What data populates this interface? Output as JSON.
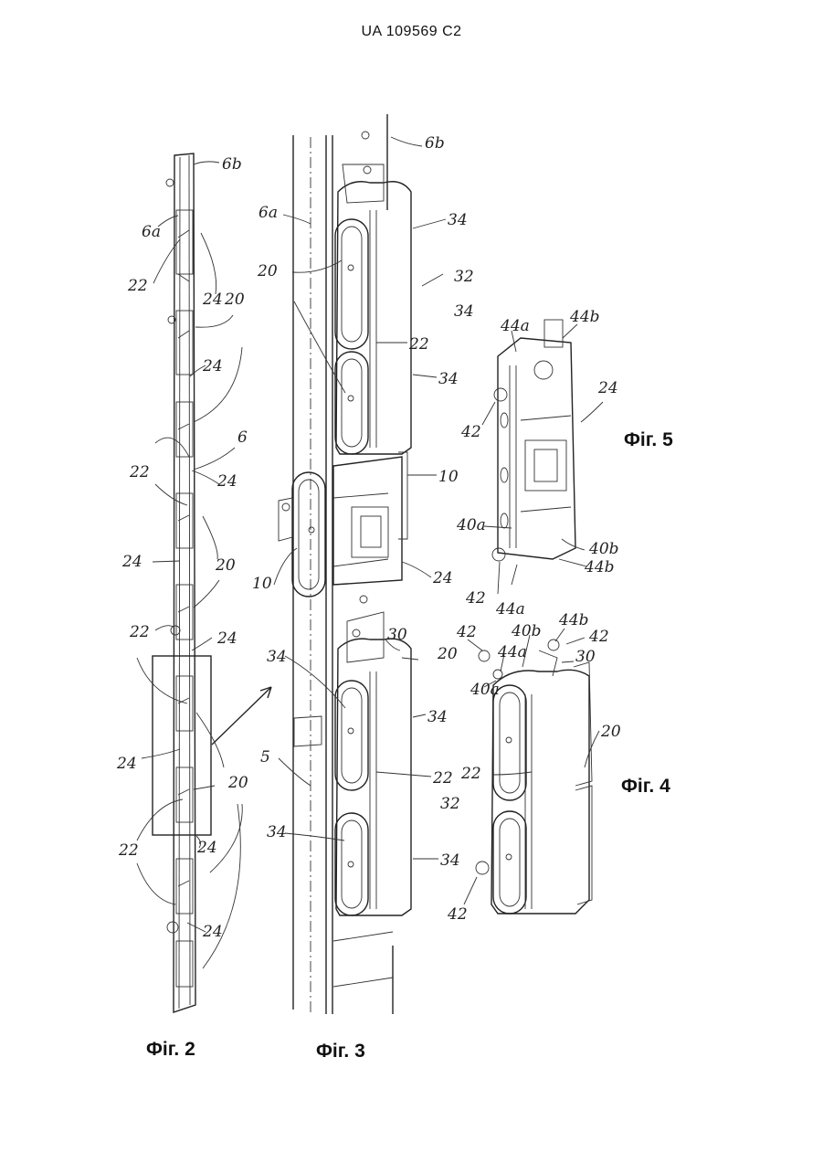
{
  "header": {
    "patent_number": "UA  109569  C2"
  },
  "captions": {
    "fig2": "Фіг. 2",
    "fig3": "Фіг. 3",
    "fig4": "Фіг. 4",
    "fig5": "Фіг. 5"
  },
  "labels": {
    "fig2": [
      "6b",
      "6a",
      "22",
      "24",
      "20",
      "24",
      "6",
      "22",
      "24",
      "24",
      "20",
      "22",
      "24",
      "24",
      "20",
      "22",
      "24",
      "24"
    ],
    "fig3": [
      "6b",
      "6a",
      "34",
      "20",
      "32",
      "34",
      "22",
      "34",
      "10",
      "10",
      "24",
      "30",
      "20",
      "34",
      "34",
      "5",
      "22",
      "32",
      "34",
      "34"
    ],
    "fig4": [
      "42",
      "40b",
      "44b",
      "42",
      "44a",
      "40a",
      "30",
      "20",
      "22",
      "42"
    ],
    "fig5": [
      "44a",
      "44b",
      "42",
      "24",
      "40a",
      "40b",
      "44b",
      "42",
      "44a"
    ]
  }
}
